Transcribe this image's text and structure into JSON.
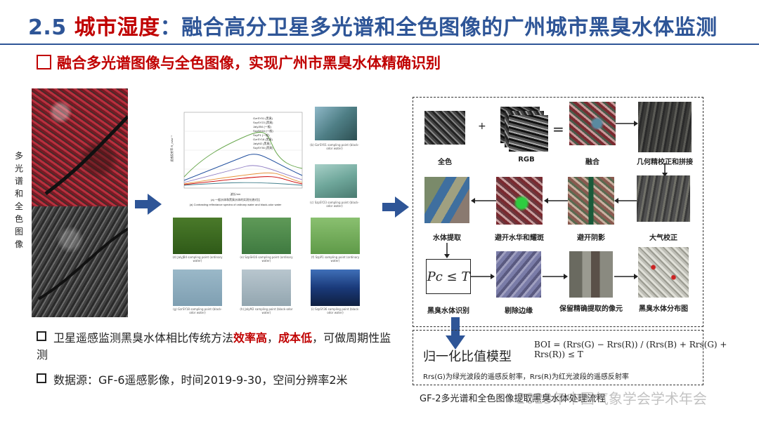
{
  "header": {
    "section_num": "2.5",
    "topic": "城市湿度",
    "colon": "：",
    "title_rest": "融合高分卫星多光谱和全色图像的广州城市黑臭水体监测"
  },
  "subtitle": "融合多光谱图像与全色图像，实现广州市黑臭水体精确识别",
  "left_panel": {
    "vertical_label": "多光谱和全色图像"
  },
  "middle_figure": {
    "chart_caption": "(a) Contrasting reflectance spectra of ordinary water and black-odor water",
    "chart_caption_cn": "(a) 一般水体和黑臭水体的实测光谱对比",
    "x_axis_label": "波长/nm",
    "y_axis_label": "遥感反射率 R_rs/sr⁻¹",
    "legend": [
      "GzrSY01 (黑臭)",
      "SzpSY23 (黑臭)",
      "JaIyJB4 (一般)",
      "SzpSH16 (一般)",
      "SzpP1 (一般)",
      "GzrSY18 (黑臭)",
      "JaIyM2 (黑臭)",
      "SzpSY36 (黑臭)"
    ],
    "photo_captions": [
      "(b) GzrSY01 sampling point (black-odor water)",
      "(c) SzpSY23 sampling point (black-odor water)",
      "(d) JaIyJB4 sampling point (ordinary water)",
      "(e) SzpSH16 sampling point (ordinary water)",
      "(f) SzpP1 sampling point (ordinary water)",
      "(g) GzrSY18 sampling point (black-odor water)",
      "(h) JaIyM2 sampling point (black-odor water)",
      "(i) SzpSY36 sampling point (black-odor water)"
    ]
  },
  "flow": {
    "row1": [
      "全色",
      "RGB",
      "融合",
      "几何精校正和拼接"
    ],
    "plus": "+",
    "equals": "=",
    "row2": [
      "水体提取",
      "避开水华和耀斑",
      "避开阴影",
      "大气校正"
    ],
    "row3": [
      "黑臭水体识别",
      "剔除边缘",
      "保留精确提取的像元",
      "黑臭水体分布图"
    ],
    "threshold_formula": "Pc ≤ T",
    "boi_label": "归一化比值模型",
    "boi_formula": "BOI = (Rrs(G) − Rrs(R)) / (Rrs(B) + Rrs(G) + Rrs(R)) ≤ T",
    "boi_note": "Rrs(G)为绿光波段的遥感反射率，Rrs(R)为红光波段的遥感反射率",
    "caption": "GF-2多光谱和全色图像提取黑臭水体处理流程"
  },
  "bullets": [
    {
      "pre": "卫星遥感监测黑臭水体相比传统方法",
      "hl1": "效率高",
      "mid": "，",
      "hl2": "成本低",
      "post": "，可做周期性监测"
    },
    {
      "text": "数据源：GF-6遥感影像，时间2019-9-30，空间分辨率2米"
    }
  ],
  "watermark": "2023年中国气象学会学术年会",
  "colors": {
    "title_blue": "#2E5597",
    "accent_red": "#C00000",
    "arrow_blue": "#2E5597"
  }
}
